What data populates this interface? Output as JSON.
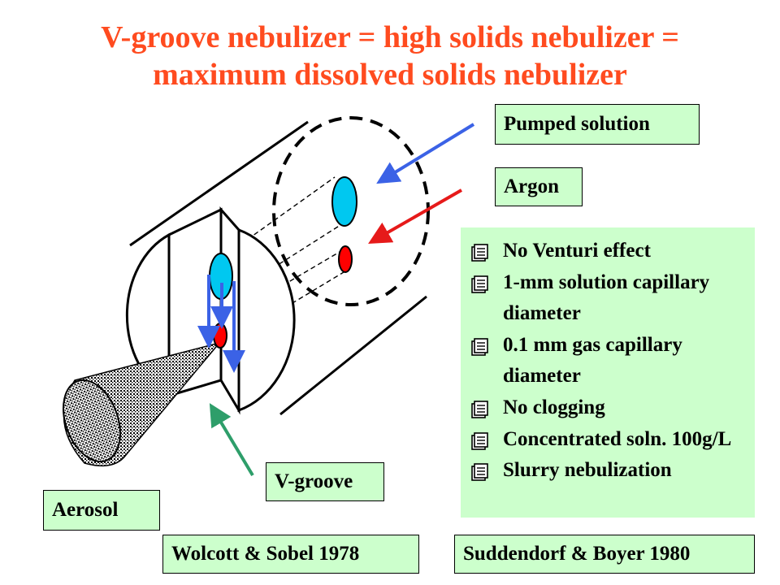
{
  "title": {
    "line1": "V-groove nebulizer = high solids nebulizer =",
    "line2": "maximum dissolved solids nebulizer"
  },
  "labels": {
    "pumped_solution": "Pumped solution",
    "argon": "Argon",
    "v_groove": "V-groove",
    "aerosol": "Aerosol"
  },
  "features": [
    "No Venturi effect",
    "1-mm solution capillary diameter",
    "0.1 mm gas capillary diameter",
    "No clogging",
    "Concentrated soln. 100g/L",
    "Slurry nebulization"
  ],
  "references": {
    "left": "Wolcott & Sobel 1978",
    "right": "Suddendorf & Boyer 1980"
  },
  "colors": {
    "title": "#ff4b1f",
    "label_box_fill": "#ccffcc",
    "solution_capillary": "#00c8f0",
    "gas_capillary": "#ff0000",
    "solution_arrow": "#3b62e6",
    "argon_arrow": "#e61a1a",
    "v_groove_arrow": "#2e9e6a"
  },
  "icons": {
    "bullet": "notepad-bullet-icon"
  }
}
